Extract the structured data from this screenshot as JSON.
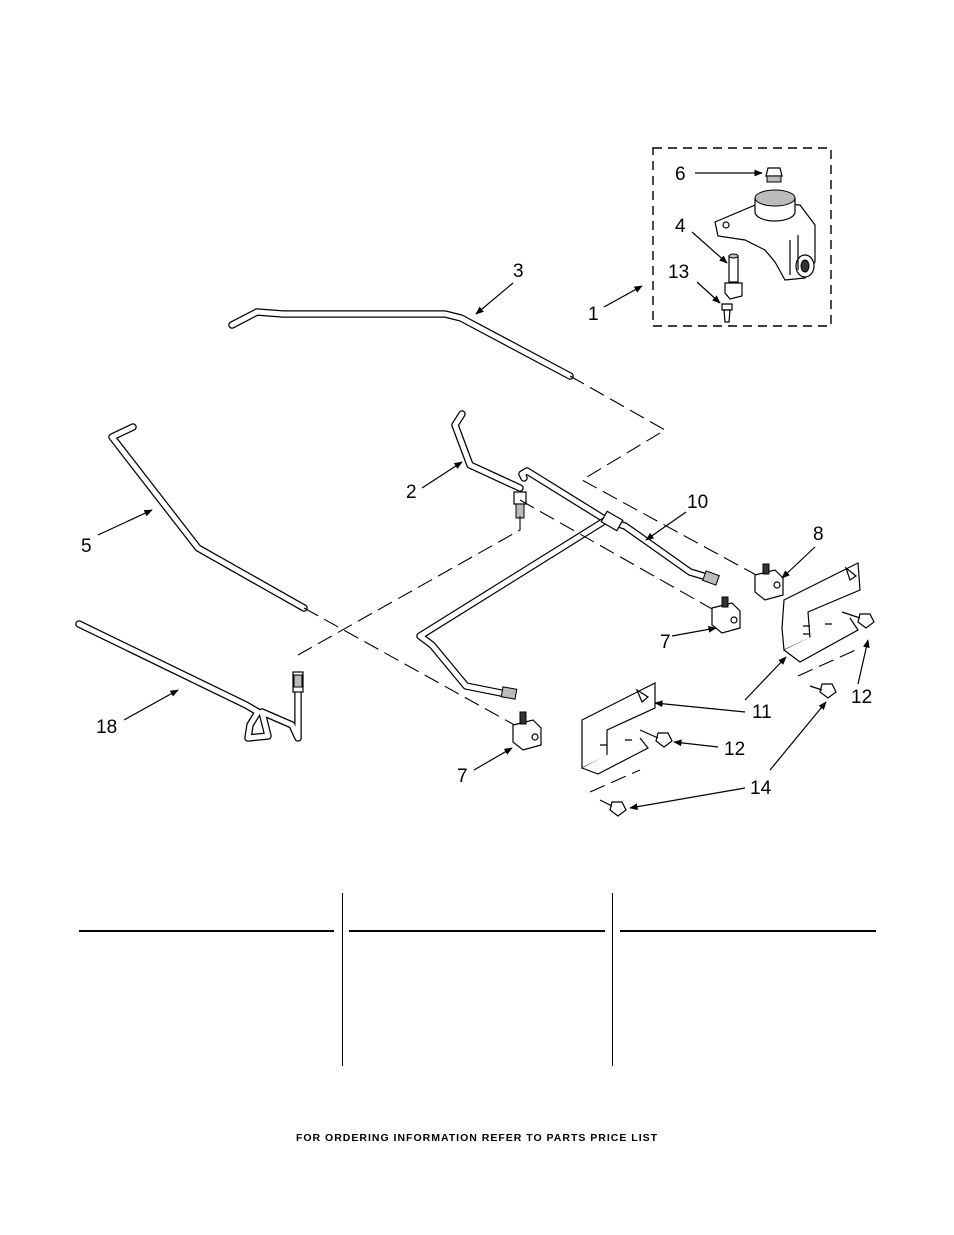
{
  "callouts": {
    "c1": "1",
    "c2": "2",
    "c3": "3",
    "c4": "4",
    "c5": "5",
    "c6": "6",
    "c7a": "7",
    "c7b": "7",
    "c8": "8",
    "c10": "10",
    "c11": "11",
    "c12a": "12",
    "c12b": "12",
    "c13": "13",
    "c14": "14",
    "c18": "18"
  },
  "footer": {
    "text": "FOR ORDERING INFORMATION REFER TO PARTS PRICE LIST"
  }
}
